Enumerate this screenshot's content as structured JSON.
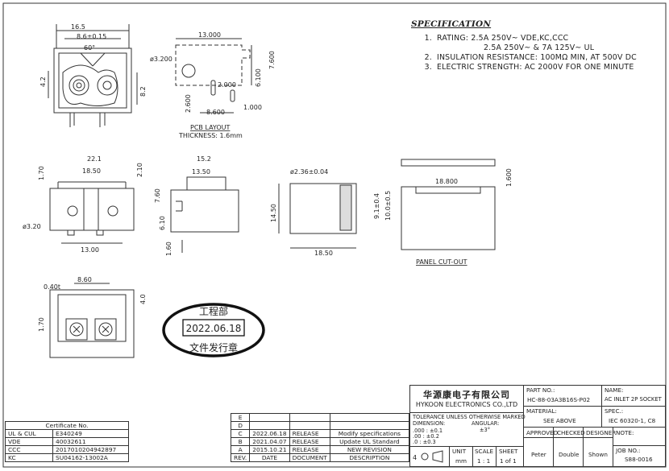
{
  "specification": {
    "title": "SPECIFICATION",
    "items": [
      {
        "num": "1.",
        "text": "RATING: 2.5A 250V~ VDE,KC,CCC"
      },
      {
        "num": "",
        "text": "2.5A 250V~ & 7A 125V~ UL"
      },
      {
        "num": "2.",
        "text": "INSULATION RESISTANCE: 100MΩ MIN, AT 500V DC"
      },
      {
        "num": "3.",
        "text": "ELECTRIC STRENGTH: AC 2000V FOR ONE MINUTE"
      }
    ]
  },
  "drawing": {
    "front_dims": [
      "16.5",
      "8.6±0.15",
      "60°",
      "4.2",
      "8.2"
    ],
    "pcb": {
      "dims": [
        "13.000",
        "ø3.200",
        "7.600",
        "6.100",
        "2.000",
        "2.600",
        "8.600",
        "1.000"
      ],
      "caption": "PCB LAYOUT",
      "thickness": "THICKNESS: 1.6mm"
    },
    "mid_dims": [
      "22.1",
      "18.50",
      "1.70",
      "2.10",
      "ø3.20",
      "13.00",
      "15.2",
      "13.50",
      "7.60",
      "6.10",
      "1.60",
      "ø2.36±0.04",
      "14.50",
      "9.1±0.4",
      "10.0±0.5",
      "18.50"
    ],
    "panel": {
      "dims": [
        "18.800",
        "1.600"
      ],
      "caption": "PANEL CUT-OUT"
    },
    "bottom_dims": [
      "8.60",
      "0.40t",
      "4.0",
      "1.70"
    ],
    "stamp": {
      "top": "工程部",
      "date": "2022.06.18",
      "bottom": "文件发行章"
    }
  },
  "certificates": {
    "header": "Certificate No.",
    "rows": [
      {
        "mark": "UL & CUL",
        "no": "E340249"
      },
      {
        "mark": "VDE",
        "no": "40032611"
      },
      {
        "mark": "CCC",
        "no": "2017010204942897"
      },
      {
        "mark": "KC",
        "no": "SU04162-13002A"
      }
    ]
  },
  "revisions": {
    "headers": [
      "REV.",
      "DATE",
      "DOCUMENT",
      "DESCRIPTION"
    ],
    "rows": [
      {
        "rev": "E",
        "date": "",
        "doc": "",
        "desc": ""
      },
      {
        "rev": "D",
        "date": "",
        "doc": "",
        "desc": ""
      },
      {
        "rev": "C",
        "date": "2022.06.18",
        "doc": "RELEASE",
        "desc": "Modify specifications"
      },
      {
        "rev": "B",
        "date": "2021.04.07",
        "doc": "RELEASE",
        "desc": "Update UL Standard"
      },
      {
        "rev": "A",
        "date": "2015.10.21",
        "doc": "RELEASE",
        "desc": "NEW REVISION"
      }
    ]
  },
  "title_block": {
    "company_cn": "华源康电子有限公司",
    "company_en": "HYKOON ELECTRONICS CO.,LTD",
    "tolerance_title": "TOLERANCE UNLESS OTHERWISE MARKED",
    "dimension_label": "DIMENSION:",
    "angular_label": "ANGULAR:",
    "angular_value": "±3°",
    "tol_rows": [
      ".000 : ±0.1",
      ".00  : ±0.2",
      ".0   : ±0.3"
    ],
    "unit_label": "UNIT",
    "unit": "mm",
    "scale_label": "SCALE",
    "scale": "1 : 1",
    "sheet_label": "SHEET",
    "sheet": "1 of 1",
    "part_no_label": "PART NO.:",
    "part_no": "HC-88-03A3B16S-P02",
    "name_label": "NAME:",
    "name": "AC INLET 2P SOCKET",
    "material_label": "MATERIAL:",
    "material": "SEE ABOVE",
    "spec_label": "SPEC.:",
    "spec": "IEC 60320-1, C8",
    "approved_label": "APPROVED",
    "checked_label": "CHECKED",
    "designer_label": "DESIGNER",
    "note_label": "NOTE:",
    "approved": "Peter",
    "checked": "Double",
    "designer": "Shown",
    "job_no_label": "JOB NO.:",
    "job_no": "S88-0016"
  }
}
